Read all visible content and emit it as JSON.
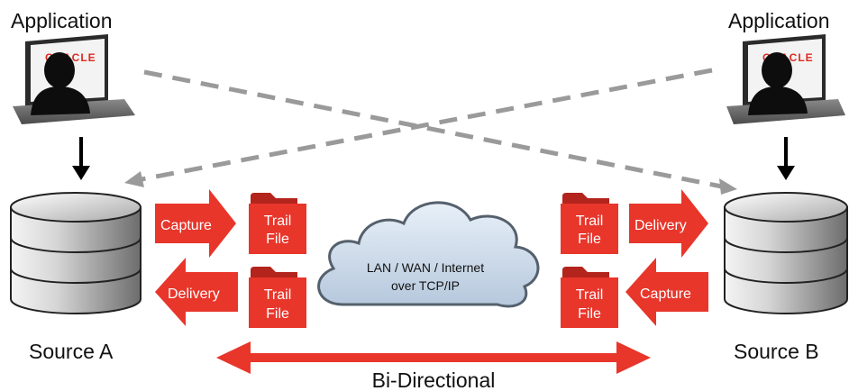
{
  "left": {
    "app_label": "Application",
    "logo_text": "ORACLE",
    "db_label": "Source A",
    "capture_label": "Capture",
    "delivery_label": "Delivery",
    "trail_top": [
      "Trail",
      "File"
    ],
    "trail_bottom": [
      "Trail",
      "File"
    ]
  },
  "right": {
    "app_label": "Application",
    "logo_text": "ORACLE",
    "db_label": "Source B",
    "capture_label": "Capture",
    "delivery_label": "Delivery",
    "trail_top": [
      "Trail",
      "File"
    ],
    "trail_bottom": [
      "Trail",
      "File"
    ]
  },
  "network": {
    "line1": "LAN / WAN / Internet",
    "line2": "over TCP/IP"
  },
  "bidirectional_label": "Bi-Directional",
  "colors": {
    "red": "#e8362b",
    "dashed_gray": "#9a9a9a",
    "cloud_fill": "#c9d8ea",
    "cloud_stroke": "#55606d"
  }
}
